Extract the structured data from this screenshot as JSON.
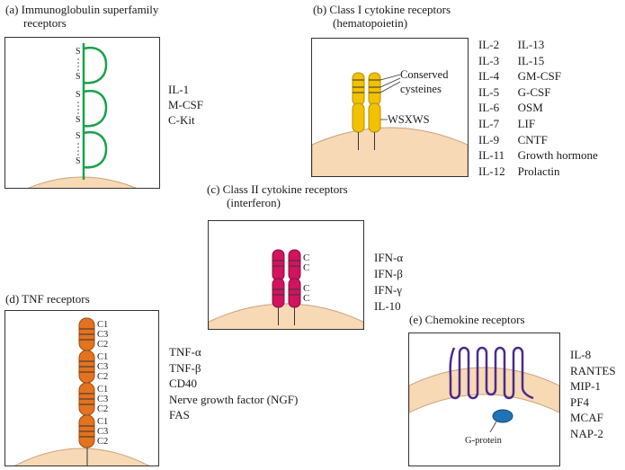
{
  "panels": {
    "a": {
      "title_line1": "(a) Immunoglobulin superfamily",
      "title_line2": "receptors",
      "ss_label": "S",
      "ligands": [
        "IL-1",
        "M-CSF",
        "C-Kit"
      ]
    },
    "b": {
      "title_line1": "(b) Class I cytokine receptors",
      "title_line2": "(hematopoietin)",
      "annotation_line1": "Conserved",
      "annotation_line2": "cysteines",
      "motif": "WSXWS",
      "ligands_col1": [
        "IL-2",
        "IL-3",
        "IL-4",
        "IL-5",
        "IL-6",
        "IL-7",
        "IL-9",
        "IL-11",
        "IL-12"
      ],
      "ligands_col2": [
        "IL-13",
        "IL-15",
        "GM-CSF",
        "G-CSF",
        "OSM",
        "LIF",
        "CNTF",
        "Growth hormone",
        "Prolactin"
      ]
    },
    "c": {
      "title_line1": "(c) Class II cytokine receptors",
      "title_line2": "(interferon)",
      "c_labels": [
        "C",
        "C",
        "C",
        "C"
      ],
      "ligands": [
        "IFN-α",
        "IFN-β",
        "IFN-γ",
        "IL-10"
      ]
    },
    "d": {
      "title": "(d) TNF receptors",
      "domain_labels": [
        "C1",
        "C3",
        "C2"
      ],
      "ligands": [
        "TNF-α",
        "TNF-β",
        "CD40",
        "Nerve growth factor (NGF)",
        "FAS"
      ]
    },
    "e": {
      "title": "(e) Chemokine receptors",
      "gprotein_label": "G-protein",
      "ligands": [
        "IL-8",
        "RANTES",
        "MIP-1",
        "PF4",
        "MCAF",
        "NAP-2"
      ]
    }
  },
  "colors": {
    "membrane": "#f7d9b5",
    "membrane_edge": "#c8a27c",
    "ig_green": "#1aa24a",
    "class1_yellow": "#f2c200",
    "class2_magenta": "#d0145e",
    "tnf_orange": "#e3731e",
    "chemokine_purple": "#4a2a8c",
    "gprotein_blue": "#1f74b8"
  }
}
